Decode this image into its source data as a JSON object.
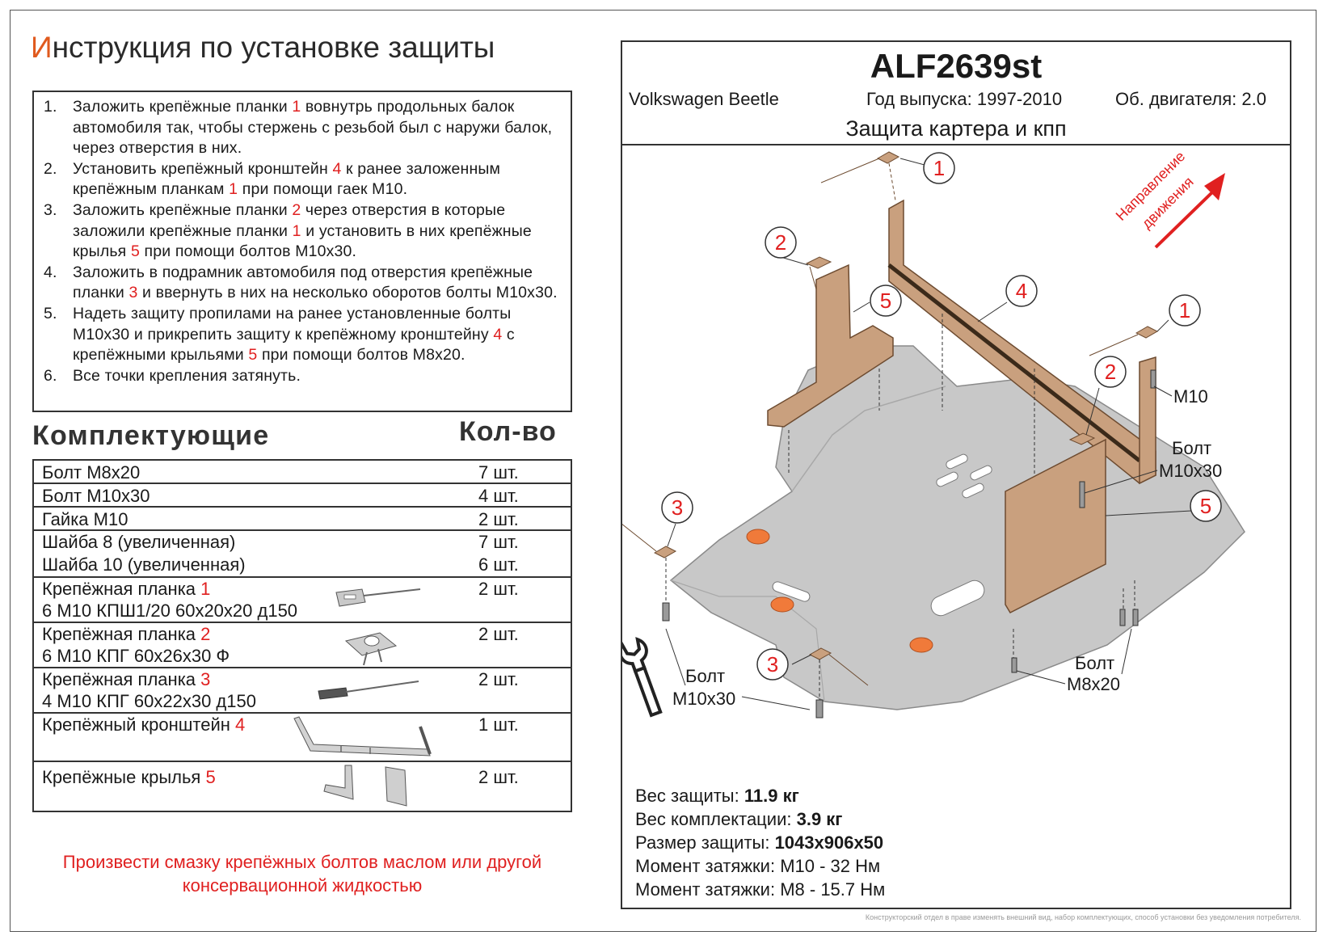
{
  "title": {
    "first_letter": "И",
    "rest": "нструкция по установке защиты"
  },
  "instructions": [
    {
      "num": "1.",
      "parts": [
        "Заложить крепёжные планки ",
        "1",
        " вовнутрь продольных балок автомобиля так, чтобы стержень с резьбой был с наружи балок, через отверстия в них."
      ]
    },
    {
      "num": "2.",
      "parts": [
        "Установить крепёжный кронштейн ",
        "4",
        " к ранее заложенным крепёжным планкам ",
        "1",
        " при помощи гаек М10."
      ]
    },
    {
      "num": "3.",
      "parts": [
        "Заложить крепёжные планки ",
        "2",
        " через отверстия в которые заложили крепёжные планки ",
        "1",
        " и установить в них крепёжные крылья ",
        "5",
        " при помощи болтов М10х30."
      ]
    },
    {
      "num": "4.",
      "parts": [
        "Заложить в подрамник автомобиля под отверстия крепёжные планки ",
        "3",
        " и ввернуть в них на несколько оборотов болты М10х30."
      ]
    },
    {
      "num": "5.",
      "parts": [
        "Надеть защиту пропилами на ранее установленные болты М10х30 и прикрепить защиту к крепёжному кронштейну ",
        "4",
        " с крепёжными крыльями ",
        "5",
        " при помощи болтов М8х20."
      ]
    },
    {
      "num": "6.",
      "parts": [
        "Все точки крепления затянуть."
      ]
    }
  ],
  "components_title": "Комплектующие",
  "qty_title": "Кол-во",
  "parts": [
    {
      "lines": [
        "Болт М8х20"
      ],
      "qty": "7 шт."
    },
    {
      "lines": [
        "Болт М10х30"
      ],
      "qty": "4 шт."
    },
    {
      "lines": [
        "Гайка М10"
      ],
      "qty": "2 шт."
    },
    {
      "lines": [
        "Шайба 8 (увеличенная)",
        "Шайба 10 (увеличенная)"
      ],
      "qty": [
        "7 шт.",
        "6 шт."
      ]
    },
    {
      "lines": [
        "Крепёжная планка ",
        "6 М10 КПШ1/20 60х20х20 д150"
      ],
      "num": "1",
      "qty": "2 шт."
    },
    {
      "lines": [
        "Крепёжная планка ",
        "6 М10 КПГ 60х26х30 Ф"
      ],
      "num": "2",
      "qty": "2 шт."
    },
    {
      "lines": [
        "Крепёжная планка ",
        "4 М10 КПГ 60х22х30 д150"
      ],
      "num": "3",
      "qty": "2 шт."
    },
    {
      "lines": [
        "Крепёжный кронштейн "
      ],
      "num": "4",
      "qty": "1 шт."
    },
    {
      "lines": [
        "Крепёжные крылья "
      ],
      "num": "5",
      "qty": "2 шт."
    }
  ],
  "note": "Произвести смазку крепёжных болтов маслом или другой консервационной жидкостью",
  "header": {
    "code": "ALF2639st",
    "car": "Volkswagen Beetle",
    "year": "Год выпуска: 1997-2010",
    "engine": "Об. двигателя: 2.0",
    "protection": "Защита картера и кпп"
  },
  "drawing": {
    "direction": [
      "Направление",
      "движения"
    ],
    "callouts": [
      "1",
      "2",
      "5",
      "4",
      "1",
      "2",
      "3",
      "5",
      "3"
    ],
    "labels": {
      "m10": "М10",
      "bolt_m10x30_a": [
        "Болт",
        "М10х30"
      ],
      "bolt_m10x30_b": [
        "Болт",
        "М10х30"
      ],
      "bolt_m8x20": [
        "Болт",
        "М8х20"
      ]
    }
  },
  "specs": [
    {
      "label": "Вес защиты: ",
      "value": "11.9 кг"
    },
    {
      "label": "Вес комплектации: ",
      "value": "3.9 кг"
    },
    {
      "label": "Размер защиты: ",
      "value": "1043х906х50"
    },
    {
      "label": "Момент затяжки:  ",
      "value": "М10 - 32 Нм"
    },
    {
      "label": "Момент затяжки:  ",
      "value": "М8 - 15.7 Нм"
    }
  ],
  "disclaimer": "Конструкторский отдел в праве изменять внешний вид, набор комплектующих, способ установки без уведомления потребителя.",
  "colors": {
    "accent_red": "#e02020",
    "title_orange": "#e05a1e",
    "bracket": "#c9a07e",
    "plate": "#c8c8c8",
    "pad": "#f07a3a"
  }
}
